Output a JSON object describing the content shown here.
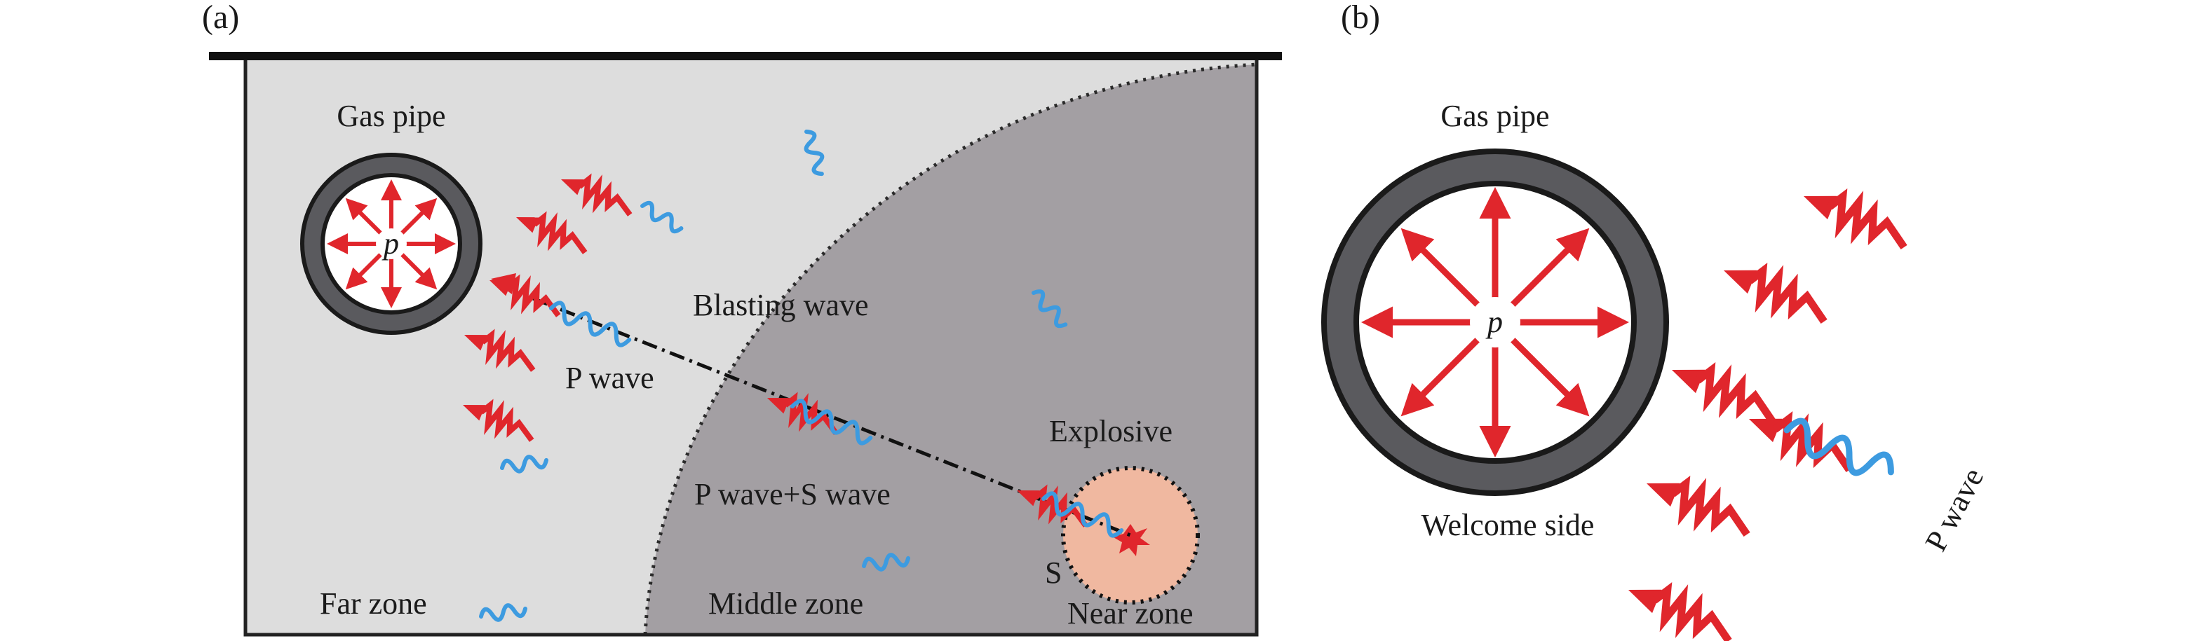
{
  "panel_a": {
    "tag": "(a)",
    "gas_pipe": "Gas pipe",
    "pressure": "p",
    "blasting_wave": "Blasting wave",
    "p_wave": "P wave",
    "p_s_wave": "P wave+S wave",
    "explosive": "Explosive",
    "s": "S",
    "far_zone": "Far zone",
    "middle_zone": "Middle zone",
    "near_zone": "Near zone"
  },
  "panel_b": {
    "tag": "(b)",
    "gas_pipe": "Gas pipe",
    "pressure": "p",
    "welcome_side": "Welcome side",
    "p_wave": "P wave"
  },
  "colors": {
    "far_zone": "#dddddd",
    "middle_zone": "#a39fa3",
    "near_zone": "#f0b8a0",
    "pipe_wall": "#5a5a5e",
    "stress_arrow": "#e0262c",
    "p_wave": "#3d9be0"
  }
}
